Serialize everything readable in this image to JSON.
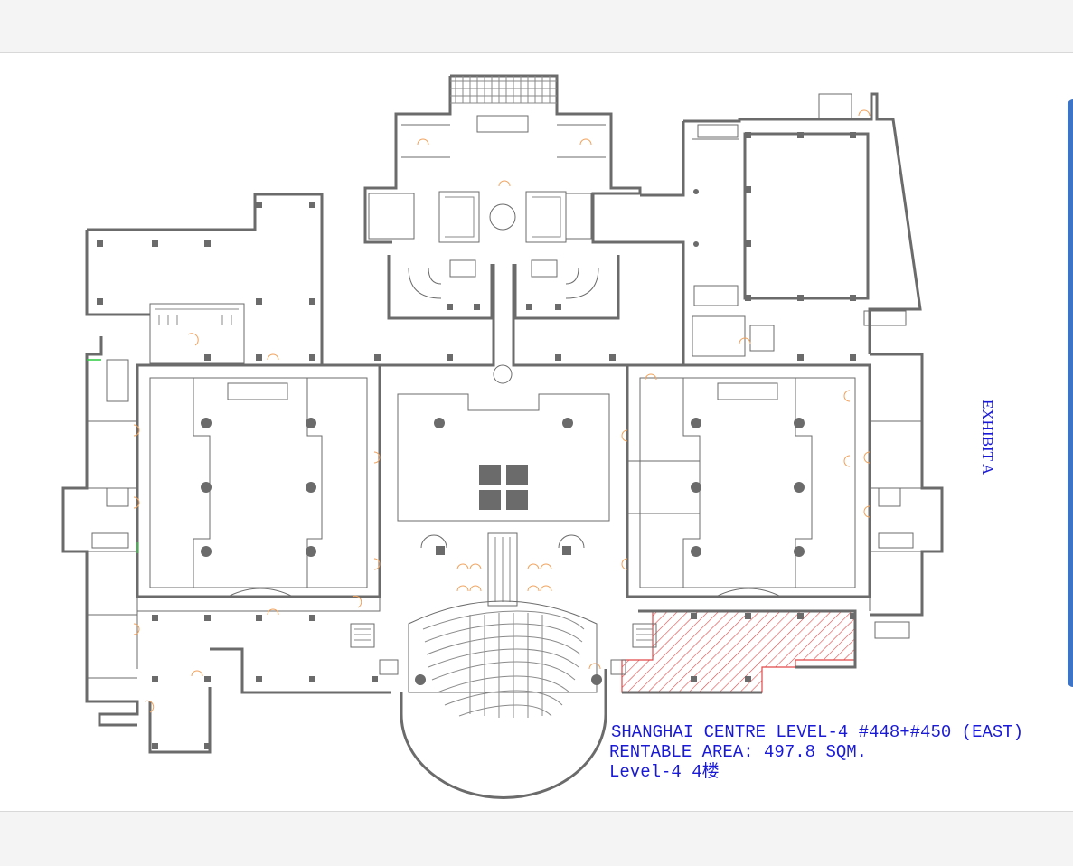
{
  "document": {
    "exhibit_label": "EXHIBIT A",
    "caption_line_1": "SHANGHAI CENTRE LEVEL-4 #448+#450 (EAST)",
    "caption_line_2": "RENTABLE AREA: 497.8 SQM.",
    "caption_line_3": "Level-4 4楼"
  },
  "colors": {
    "text_accent": "#1a1ad6",
    "wall": "#6b6b6b",
    "door_swing": "#f2a15a",
    "highlight_hatch": "#e04848",
    "side_tab": "#3d74c5"
  }
}
